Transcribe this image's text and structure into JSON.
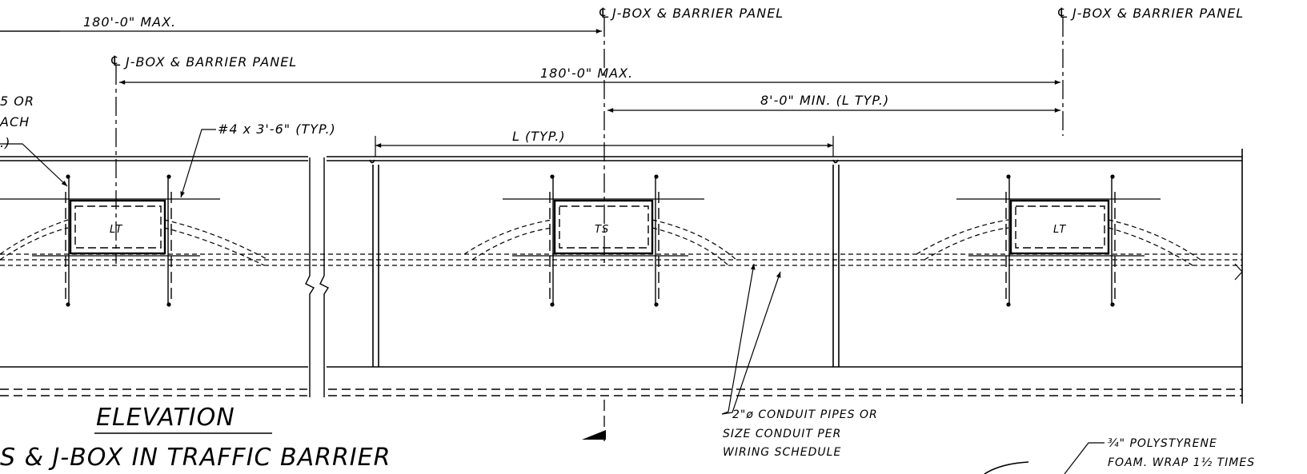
{
  "labels": {
    "jbox_top_center": "J-BOX & BARRIER PANEL",
    "jbox_top_right": "J-BOX & BARRIER PANEL",
    "jbox_left": "J-BOX & BARRIER PANEL",
    "dim_max_top": "180'-0\" MAX.",
    "dim_max_mid": "180'-0\" MAX.",
    "dim_min": "8'-0\" MIN. (L TYP.)",
    "dim_l": "L (TYP.)",
    "rebar_typ": "#4 x 3'-6\" (TYP.)",
    "left_note_1": "5 OR",
    "left_note_2": "ACH",
    "left_note_3": ".)",
    "box_lt_left": "LT",
    "box_ts": "TS",
    "box_lt_right": "LT",
    "elevation_title": "ELEVATION",
    "subtitle": "S & J-BOX IN TRAFFIC BARRIER",
    "conduit_1": "2\"ø CONDUIT PIPES OR",
    "conduit_2": "SIZE CONDUIT PER",
    "conduit_3": "WIRING SCHEDULE",
    "foam_1": "¾\" POLYSTYRENE",
    "foam_2": "FOAM. WRAP 1½ TIMES"
  },
  "centerline_symbol": "℄"
}
